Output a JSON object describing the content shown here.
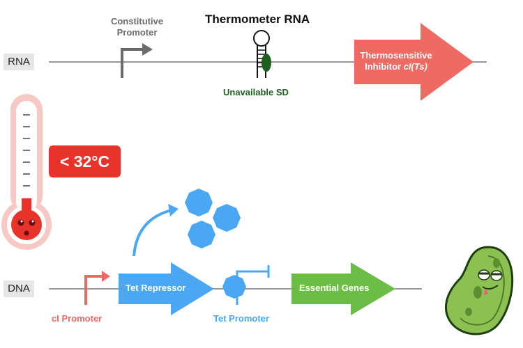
{
  "rows": {
    "rna": "RNA",
    "dna": "DNA"
  },
  "rna_track": {
    "constitutive_promoter": [
      "Constitutive",
      "Promoter"
    ],
    "thermometer": "Thermometer RNA",
    "unavailable_sd": "Unavailable SD",
    "inhibitor": [
      "Thermosensitive",
      "Inhibitor "
    ],
    "inhibitor_italic": "cI(Ts)"
  },
  "temperature": "< 32°C",
  "dna_track": {
    "ci_promoter": "cI Promoter",
    "tet_repressor": "Tet Repressor",
    "tet_promoter": "Tet Promoter",
    "essential_genes": "Essential Genes"
  },
  "colors": {
    "gray": "#6b6b6b",
    "green_dark": "#1e5e1e",
    "salmon": "#ef6a62",
    "red": "#e8332a",
    "blue": "#4aa7f3",
    "green": "#6cbd45",
    "thermo_pink": "#f7c9c5"
  },
  "icons": [
    "promoter-arrow-icon",
    "rna-hairpin-icon",
    "thermometer-icon",
    "protein-icon",
    "bacterium-icon"
  ]
}
